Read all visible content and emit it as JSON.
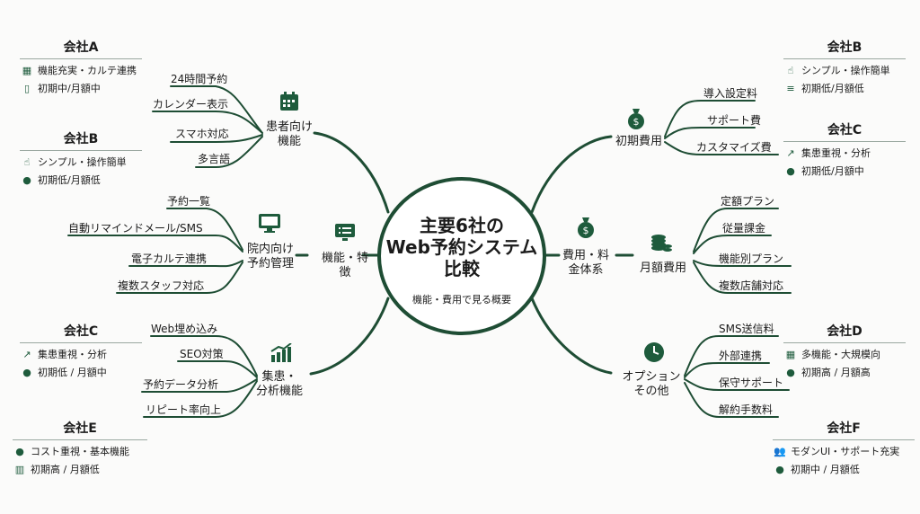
{
  "center": {
    "title_lines": [
      "主要6社の",
      "Web予約システム",
      "比較"
    ],
    "subtitle": "機能・費用で見る概要"
  },
  "left": {
    "branch": "機能・特徴",
    "patient": {
      "label": [
        "患者向け",
        "機能"
      ],
      "items": [
        "24時間予約",
        "カレンダー表示",
        "スマホ対応",
        "多言語"
      ]
    },
    "clinic": {
      "label": [
        "院内向け",
        "予約管理"
      ],
      "items": [
        "予約一覧",
        "自動リマインドメール/SMS",
        "電子カルテ連携",
        "複数スタッフ対応"
      ]
    },
    "marketing": {
      "label": [
        "集患・",
        "分析機能"
      ],
      "items": [
        "Web埋め込み",
        "SEO対策",
        "予約データ分析",
        "リピート率向上"
      ]
    }
  },
  "right": {
    "branch": "費用・料金体系",
    "initial": {
      "label": "初期費用",
      "items": [
        "導入設定料",
        "サポート費",
        "カスタマイズ費"
      ]
    },
    "monthly": {
      "label": "月額費用",
      "items": [
        "定額プラン",
        "従量課金",
        "機能別プラン",
        "複数店舗対応"
      ]
    },
    "options": {
      "label": [
        "オプション",
        "その他"
      ],
      "items": [
        "SMS送信料",
        "外部連携",
        "保守サポート",
        "解約手数料"
      ]
    }
  },
  "companies": [
    {
      "name": "会社A",
      "lines": [
        {
          "icon": "calendar-icon",
          "text": "機能充実・カルテ連携"
        },
        {
          "icon": "phone-icon",
          "text": "初期中/月額中"
        }
      ]
    },
    {
      "name": "会社B",
      "lines": [
        {
          "icon": "hand-pointer-icon",
          "text": "シンプル・操作簡単"
        },
        {
          "icon": "money-bag-icon",
          "text": "初期低/月額低"
        }
      ]
    },
    {
      "name": "会社C",
      "lines": [
        {
          "icon": "chart-icon",
          "text": "集患重視・分析"
        },
        {
          "icon": "money-bag-icon",
          "text": "初期低 / 月額中"
        }
      ]
    },
    {
      "name": "会社E",
      "lines": [
        {
          "icon": "money-bag-icon",
          "text": "コスト重視・基本機能"
        },
        {
          "icon": "building-icon",
          "text": "初期高 / 月額低"
        }
      ]
    },
    {
      "name": "会社B",
      "lines": [
        {
          "icon": "hand-pointer-icon",
          "text": "シンプル・操作簡単"
        },
        {
          "icon": "coins-icon",
          "text": "初期低/月額低"
        }
      ]
    },
    {
      "name": "会社C",
      "lines": [
        {
          "icon": "chart-icon",
          "text": "集患重視・分析"
        },
        {
          "icon": "money-bag-icon",
          "text": "初期低/月額中"
        }
      ]
    },
    {
      "name": "会社D",
      "lines": [
        {
          "icon": "grid-icon",
          "text": "多機能・大規模向"
        },
        {
          "icon": "money-bag-icon",
          "text": "初期高 / 月額高"
        }
      ]
    },
    {
      "name": "会社F",
      "lines": [
        {
          "icon": "users-icon",
          "text": "モダンUI・サポート充実"
        },
        {
          "icon": "money-bag-icon",
          "text": "初期中 / 月額低"
        }
      ]
    }
  ]
}
